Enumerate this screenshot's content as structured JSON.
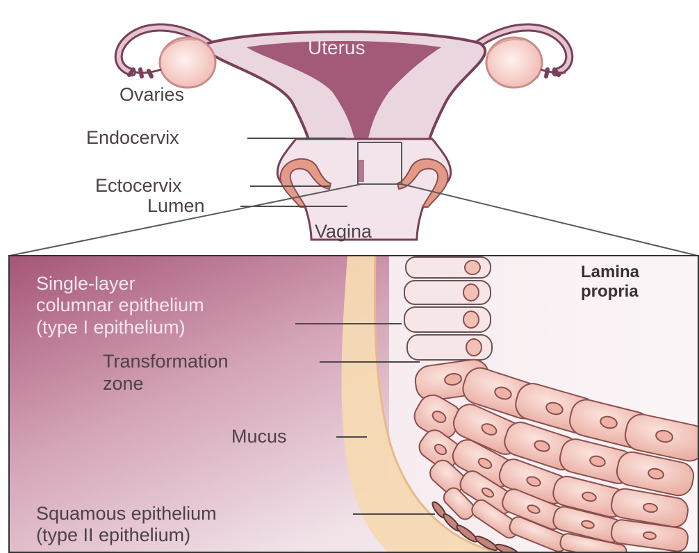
{
  "labels": {
    "uterus": "Uterus",
    "ovaries": "Ovaries",
    "endocervix": "Endocervix",
    "ectocervix": "Ectocervix",
    "lumen": "Lumen",
    "vagina": "Vagina",
    "lamina_propria": [
      "Lamina",
      "propria"
    ],
    "columnar": [
      "Single-layer",
      "columnar epithelium",
      "(type I epithelium)"
    ],
    "transformation_zone": [
      "Transformation",
      "zone"
    ],
    "mucus": "Mucus",
    "squamous": [
      "Squamous epithelium",
      "(type II epithelium)"
    ]
  },
  "colors": {
    "uterus_lining": "#a35a78",
    "uterus_wall": "#e9d6de",
    "tissue_outline": "#7a3f58",
    "ovary": "#f4c8c2",
    "cervix_tissue": "#e89a88",
    "mucus": "#f6d9b3",
    "cell_fill": "#f1c9c0",
    "cell_border": "#8a4f4f",
    "panel_top_left": "#b36a88",
    "label_text": "#4d4148"
  }
}
